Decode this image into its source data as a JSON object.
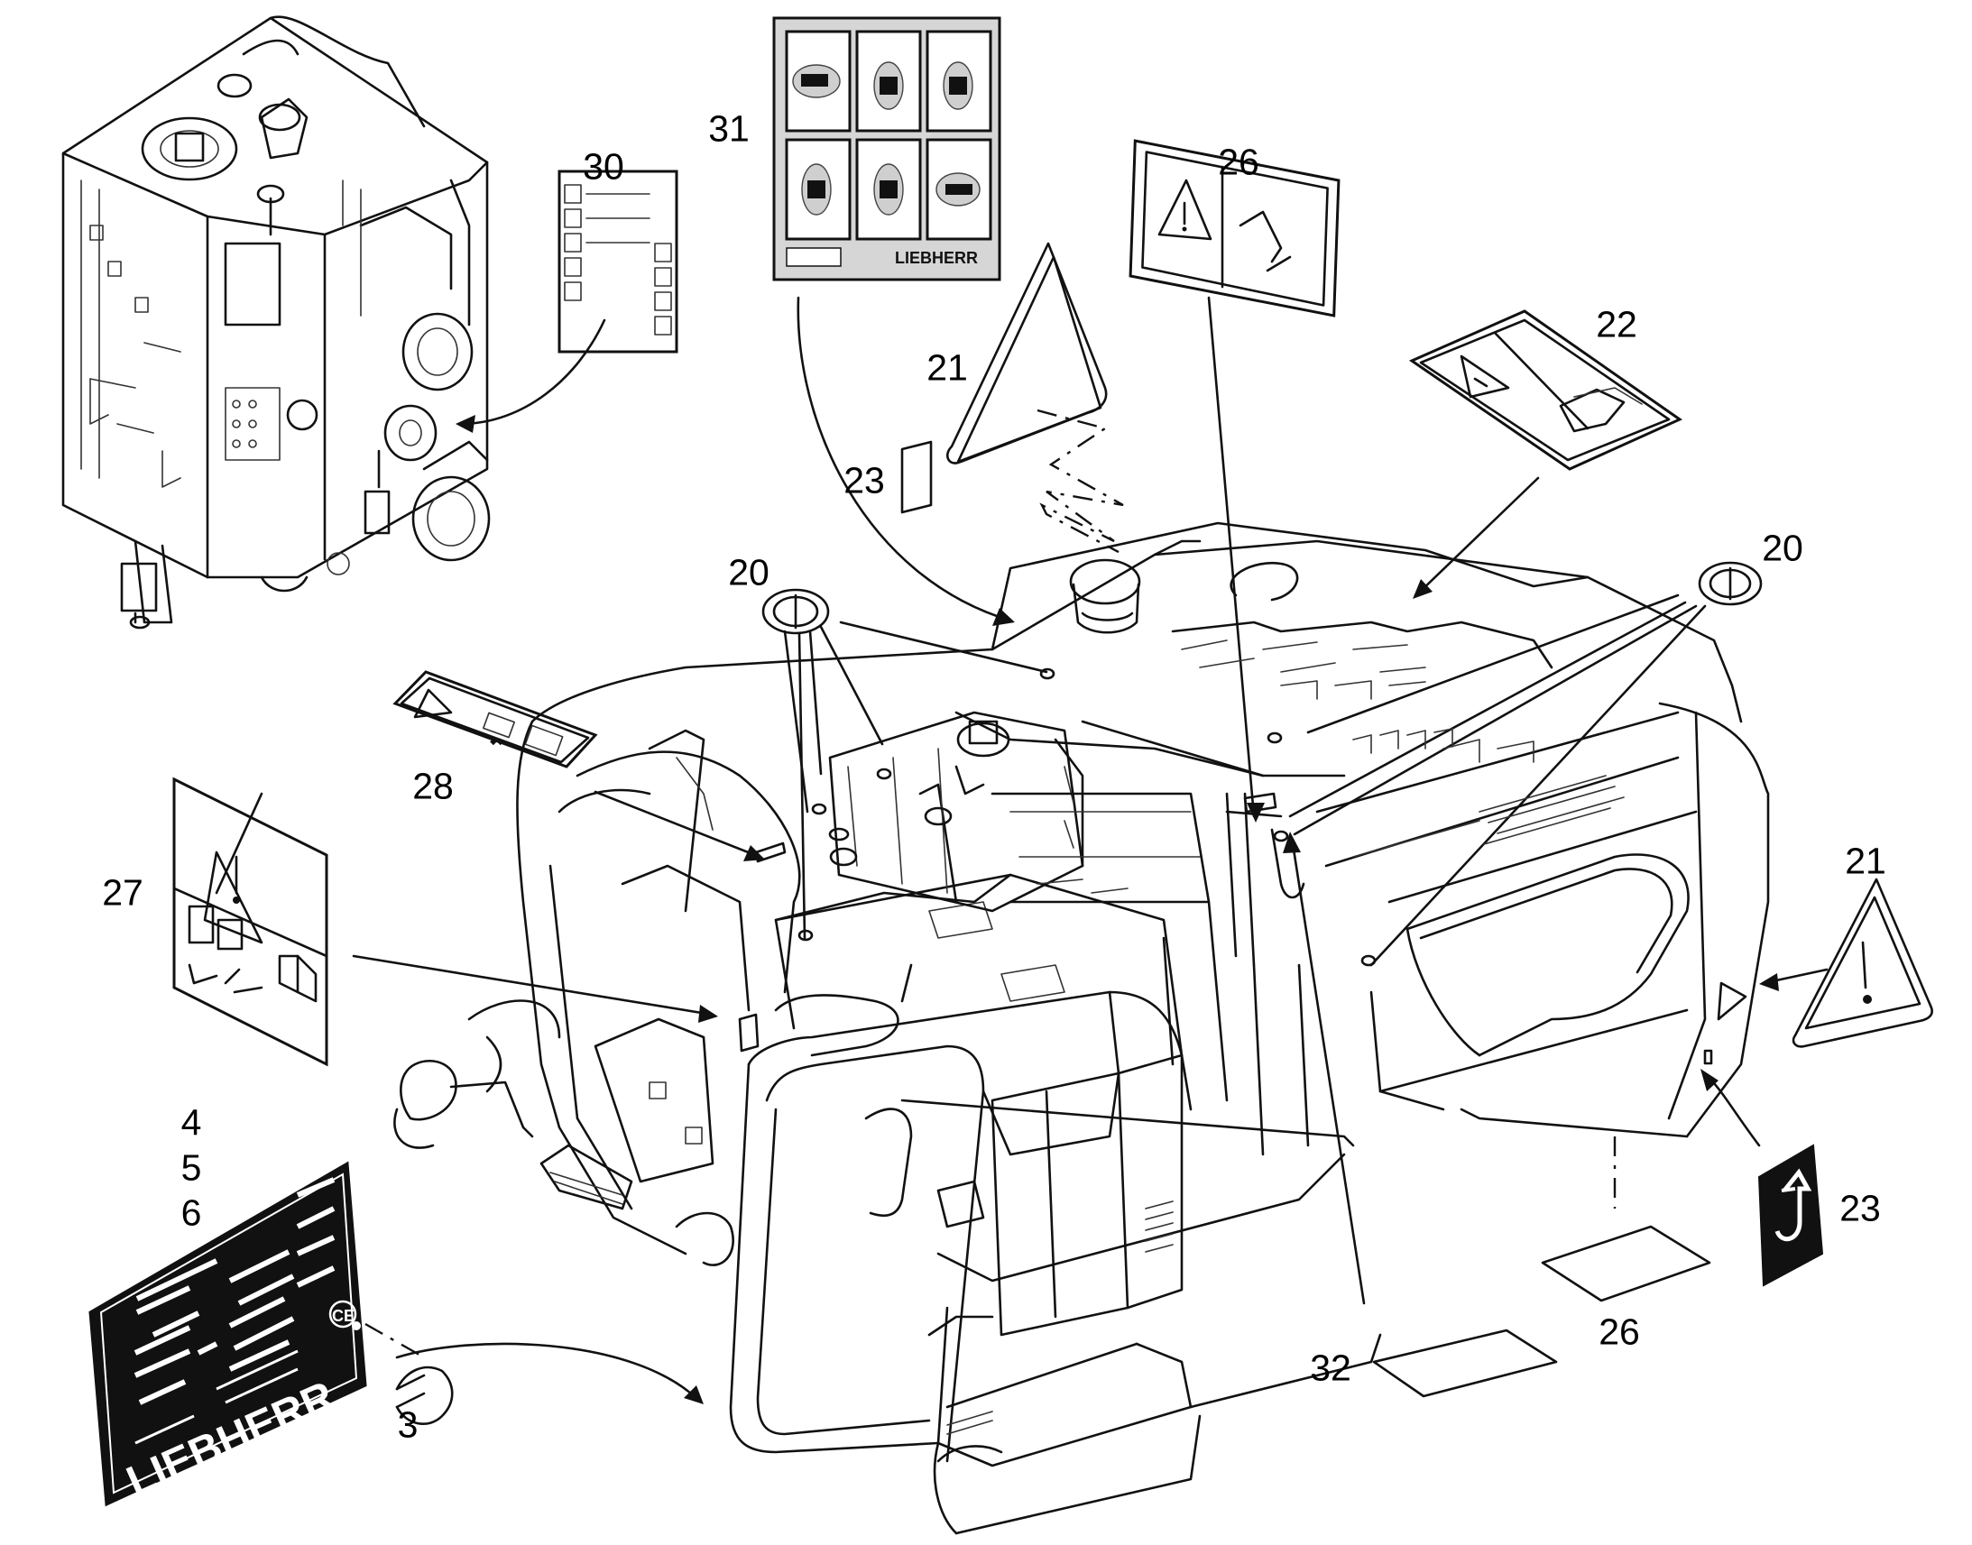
{
  "callouts": {
    "n3": "3",
    "n4": "4",
    "n5": "5",
    "n6": "6",
    "n20a": "20",
    "n20b": "20",
    "n21a": "21",
    "n21b": "21",
    "n22": "22",
    "n23a": "23",
    "n23b": "23",
    "n26a": "26",
    "n26b": "26",
    "n27": "27",
    "n28": "28",
    "n30": "30",
    "n31": "31",
    "n32": "32"
  },
  "decals": {
    "type_plate_brand": "LIEBHERR",
    "type_plate_ce": "CE",
    "decal31_brand": "LIEBHERR"
  },
  "colors": {
    "line": "#111111",
    "background": "#ffffff",
    "plate": "#111111"
  }
}
